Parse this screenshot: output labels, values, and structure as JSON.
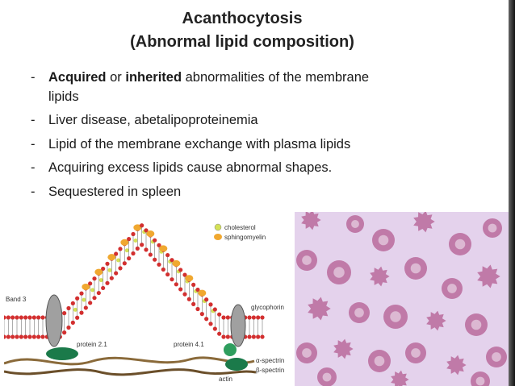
{
  "slide": {
    "title_line1": "Acanthocytosis",
    "title_line2": "(Abnormal lipid composition)",
    "bullets": [
      {
        "dash": "-",
        "bold1": "Acquired",
        "mid": " or ",
        "bold2": "inherited",
        "rest": " abnormalities of the membrane",
        "cont": "lipids"
      },
      {
        "dash": "-",
        "text": "Liver disease, abetalipoproteinemia"
      },
      {
        "dash": "-",
        "text": "Lipid of the membrane exchange with plasma lipids"
      },
      {
        "dash": "-",
        "text": "Acquiring excess lipids cause abnormal shapes."
      },
      {
        "dash": "-",
        "text": "Sequestered in spleen"
      }
    ]
  },
  "diagram": {
    "legend": {
      "cholesterol": "cholesterol",
      "sphingomyelin": "sphingomyelin"
    },
    "labels": {
      "band3": "Band 3",
      "protein21": "protein 2.1",
      "protein41": "protein 4.1",
      "glycophorin": "glycophorin",
      "alpha_spectrin": "α-spectrin",
      "beta_spectrin": "β-spectrin",
      "actin": "actin"
    },
    "colors": {
      "cholesterol": "#d4e157",
      "sphingomyelin": "#f0a830",
      "band3": "#9e9e9e",
      "protein": "#1b7a4a",
      "phospholipid_head": "#d32f2f"
    }
  },
  "micrograph": {
    "background": "#e4d2ec",
    "cell_color": "#c07aa8",
    "icon": "blood-smear-image"
  }
}
